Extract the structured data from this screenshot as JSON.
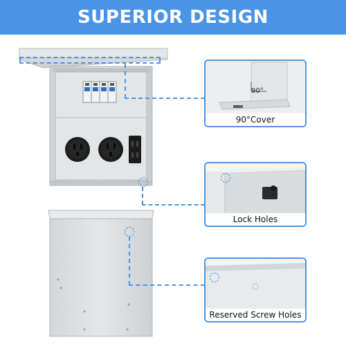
{
  "banner": {
    "title": "SUPERIOR DESIGN"
  },
  "details": {
    "cover": {
      "caption": "90°Cover",
      "angle_label": "90°"
    },
    "lock": {
      "caption": "Lock Holes"
    },
    "screw": {
      "caption": "Reserved Screw Holes"
    }
  },
  "colors": {
    "accent": "#4a94e6",
    "metal": "#dfe2e3"
  }
}
